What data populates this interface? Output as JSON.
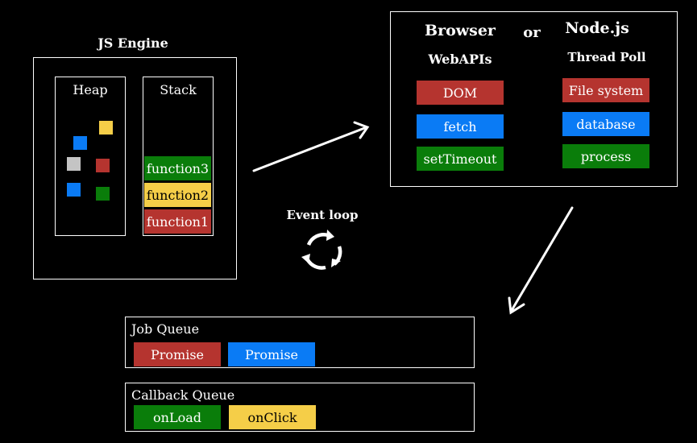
{
  "engine": {
    "title": "JS Engine",
    "heap_label": "Heap",
    "stack_label": "Stack",
    "stack_frames": [
      "function3",
      "function2",
      "function1"
    ]
  },
  "runtime": {
    "browser_title": "Browser",
    "or_label": "or",
    "node_title": "Node.js",
    "webapis_label": "WebAPIs",
    "threadpool_label": "Thread Poll",
    "webapis": [
      "DOM",
      "fetch",
      "setTimeout"
    ],
    "threadpool": [
      "File system",
      "database",
      "process"
    ]
  },
  "event_loop": {
    "label": "Event loop"
  },
  "job_queue": {
    "label": "Job Queue",
    "items": [
      "Promise",
      "Promise"
    ]
  },
  "callback_queue": {
    "label": "Callback Queue",
    "items": [
      "onLoad",
      "onClick"
    ]
  },
  "colors": {
    "red": "#b5342f",
    "blue": "#0a7bf5",
    "green": "#0a7d0a",
    "yellow": "#f5ce48",
    "gray": "#c4c4c4"
  }
}
